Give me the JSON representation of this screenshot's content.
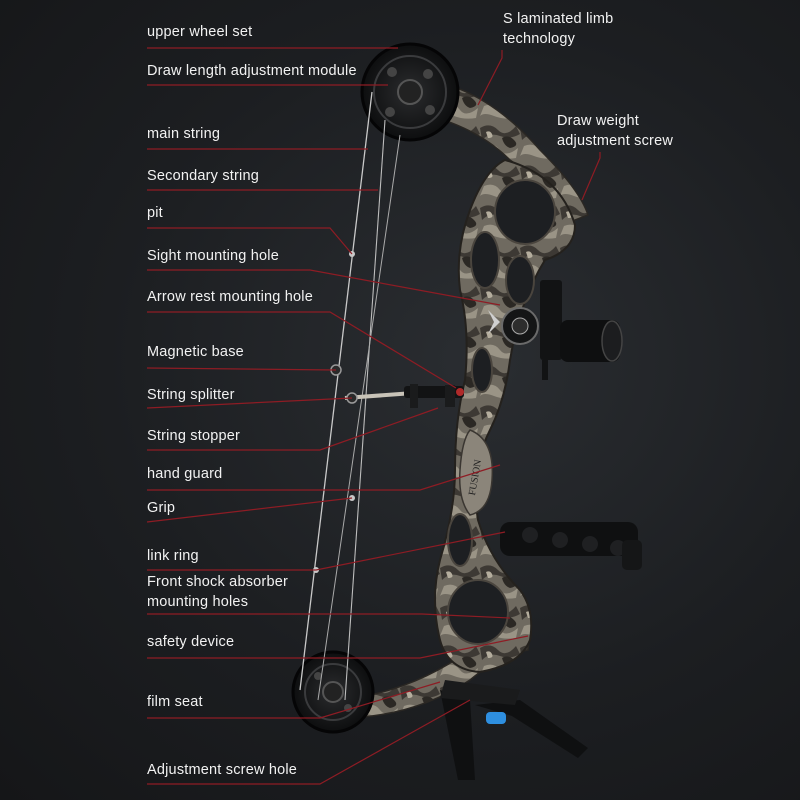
{
  "labels_left": [
    "upper wheel set",
    "Draw length adjustment module",
    "main string",
    "Secondary string",
    "pit",
    "Sight mounting hole",
    "Arrow rest mounting hole",
    "Magnetic base",
    "String splitter",
    "String stopper",
    "hand guard",
    "Grip",
    "link ring",
    "Front shock absorber\nmounting holes",
    "safety device",
    "film seat",
    "Adjustment screw hole"
  ],
  "labels_right": [
    "S laminated limb\ntechnology",
    "Draw weight\nadjustment screw"
  ],
  "grip_brand_text": "FUSION",
  "colors": {
    "background": "#1c1e21",
    "leader_line": "#8e1c24",
    "label_text": "#f2f2f2",
    "camo_light": "#8a8478",
    "camo_dark": "#3a3631",
    "accessory_black": "#101112",
    "accent_blue": "#2e8fe0"
  }
}
